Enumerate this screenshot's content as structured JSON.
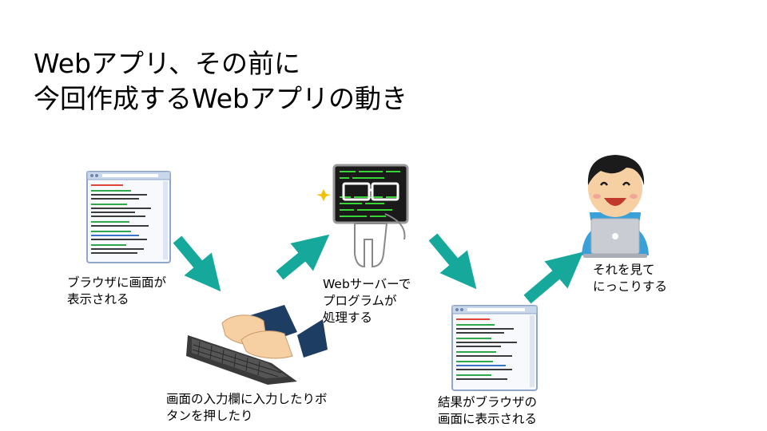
{
  "title": {
    "line1": "Webアプリ、その前に",
    "line2": "今回作成するWebアプリの動き"
  },
  "steps": [
    {
      "line1": "ブラウザに画面が",
      "line2": "表示される"
    },
    {
      "line1": "画面の入力欄に入力したりボ",
      "line2": "タンを押したり"
    },
    {
      "line1": "Webサーバーで",
      "line2": "プログラムが",
      "line3": "処理する"
    },
    {
      "line1": "結果がブラウザの",
      "line2": "画面に表示される"
    },
    {
      "line1": "それを見て",
      "line2": "にっこりする"
    }
  ],
  "colors": {
    "arrow": "#16a89b",
    "window_frame": "#8fa6c8",
    "window_titlebar": "#c9d7ea",
    "window_body": "#f7f9fc",
    "text_green": "#2ea84a",
    "text_red": "#e0433a",
    "text_blue": "#3a74c9",
    "text_dark": "#3b3b3b",
    "monitor_screen": "#1a1a1a",
    "code_green": "#39d43a",
    "person_hair": "#1b1b1b",
    "person_skin": "#f6cfa3",
    "person_shirt": "#3aa0d8",
    "laptop": "#c9cdd3",
    "sleeve": "#1e3d63",
    "keyboard": "#3a3a3a"
  },
  "icons": [
    "browser-window-icon",
    "typing-keyboard-icon",
    "server-monitor-icon",
    "browser-window-result-icon",
    "smiling-person-laptop-icon"
  ]
}
